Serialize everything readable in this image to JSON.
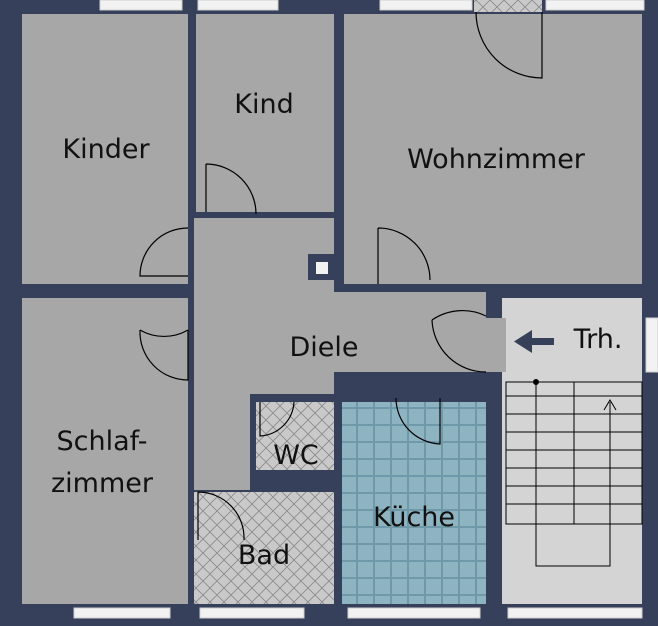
{
  "colors": {
    "wall": "#37405a",
    "floor": "#a7a7a7",
    "stair_floor": "#d4d4d4",
    "tile_light": "#8fb4c1",
    "tile_dark": "#6f98a8",
    "hatch": "#8a8a8a",
    "label": "#111111",
    "line": "#000000"
  },
  "rooms": {
    "kinder": "Kinder",
    "kind": "Kind",
    "wohnzimmer": "Wohnzimmer",
    "diele": "Diele",
    "schlaf_line1": "Schlaf-",
    "schlaf_line2": "zimmer",
    "wc": "WC",
    "bad": "Bad",
    "kueche": "Küche"
  },
  "stairwell": {
    "label": "Trh.",
    "arrow": "left-arrow-icon"
  }
}
